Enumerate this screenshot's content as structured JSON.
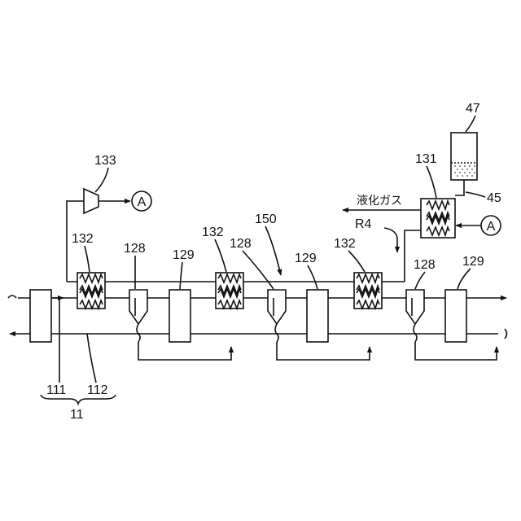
{
  "labels": {
    "l11": "11",
    "l111": "111",
    "l112": "112",
    "l128a": "128",
    "l128b": "128",
    "l128c": "128",
    "l129a": "129",
    "l129b": "129",
    "l129c": "129",
    "l131": "131",
    "l132a": "132",
    "l132b": "132",
    "l132c": "132",
    "l133": "133",
    "l150": "150",
    "l45": "45",
    "l47": "47",
    "r4": "R4",
    "liquefied_gas": "液化ガス",
    "connector_a1": "A",
    "connector_a2": "A"
  }
}
